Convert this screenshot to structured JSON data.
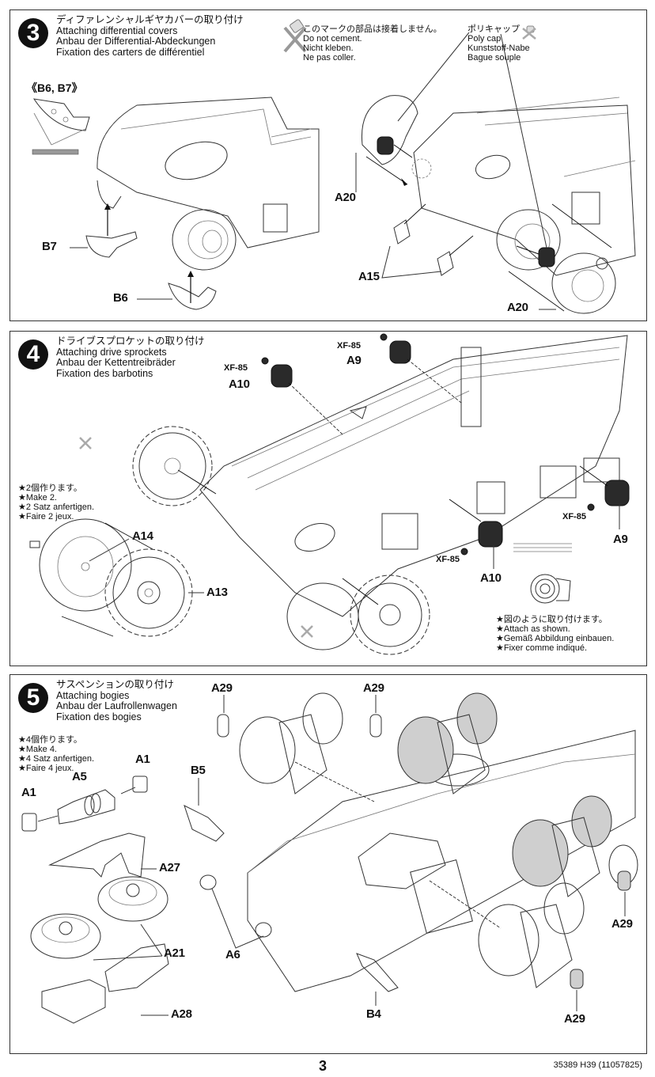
{
  "page": {
    "number": "3",
    "product_code": "35389  H39 (11057825)"
  },
  "step3": {
    "number": "3",
    "title_jp": "ディファレンシャルギヤカバーの取り付け",
    "title_en": "Attaching differential covers",
    "title_de": "Anbau der Differential-Abdeckungen",
    "title_fr": "Fixation des carters de différentiel",
    "no_cement": {
      "icon": "no-cement-icon",
      "jp": "このマークの部品は接着しません。",
      "en": "Do not cement.",
      "de": "Nicht kleben.",
      "fr": "Ne pas coller."
    },
    "poly_cap": {
      "icon": "poly-cap-icon",
      "jp": "ポリキャップ",
      "en": "Poly cap",
      "de": "Kunststoff-Nabe",
      "fr": "Bague souple"
    },
    "subassembly": "《B6, B7》",
    "parts": [
      "B7",
      "B6",
      "A20",
      "A15",
      "A20"
    ]
  },
  "step4": {
    "number": "4",
    "title_jp": "ドライブスプロケットの取り付け",
    "title_en": "Attaching drive sprockets",
    "title_de": "Anbau der Kettentreibräder",
    "title_fr": "Fixation des barbotins",
    "make_note": {
      "jp": "★2個作ります。",
      "en": "★Make 2.",
      "de": "★2 Satz anfertigen.",
      "fr": "★Faire 2 jeux."
    },
    "attach_note": {
      "jp": "★図のように取り付けます。",
      "en": "★Attach as shown.",
      "de": "★Gemäß Abbildung einbauen.",
      "fr": "★Fixer comme indiqué."
    },
    "paint": "XF-85",
    "parts": [
      "A9",
      "A10",
      "A14",
      "A13",
      "A9",
      "A10"
    ]
  },
  "step5": {
    "number": "5",
    "title_jp": "サスペンションの取り付け",
    "title_en": "Attaching bogies",
    "title_de": "Anbau der Laufrollenwagen",
    "title_fr": "Fixation des bogies",
    "make_note": {
      "jp": "★4個作ります。",
      "en": "★Make 4.",
      "de": "★4 Satz anfertigen.",
      "fr": "★Faire 4 jeux."
    },
    "parts": [
      "A1",
      "A5",
      "A1",
      "A27",
      "A21",
      "A28",
      "A29",
      "A29",
      "B5",
      "A6",
      "B4",
      "A29",
      "A29"
    ]
  }
}
